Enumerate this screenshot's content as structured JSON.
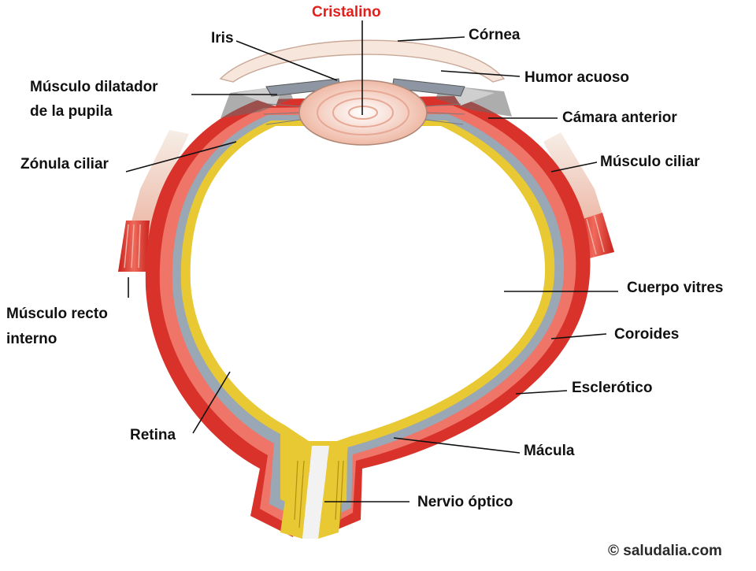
{
  "labels": {
    "cristalino": "Cristalino",
    "iris": "Iris",
    "cornea": "Córnea",
    "musculo_dilatador_1": "Músculo dilatador",
    "musculo_dilatador_2": "de la pupila",
    "humor_acuoso": "Humor acuoso",
    "camara_anterior": "Cámara anterior",
    "zonula_ciliar": "Zónula ciliar",
    "musculo_ciliar": "Músculo ciliar",
    "cuerpo_vitreo": "Cuerpo vitres",
    "musculo_recto_1": "Músculo recto",
    "musculo_recto_2": "interno",
    "coroides": "Coroides",
    "esclerotico": "Esclerótico",
    "retina": "Retina",
    "macula": "Mácula",
    "nervio_optico": "Nervio óptico"
  },
  "credit": "© saludalia.com",
  "colors": {
    "sclera": "#d9322b",
    "sclera_light": "#ef7d6e",
    "choroid": "#9aa7b5",
    "retina": "#e8c833",
    "lens": "#f1c7b7",
    "cornea": "#f7e6dc",
    "accent_title": "#e0201b"
  }
}
